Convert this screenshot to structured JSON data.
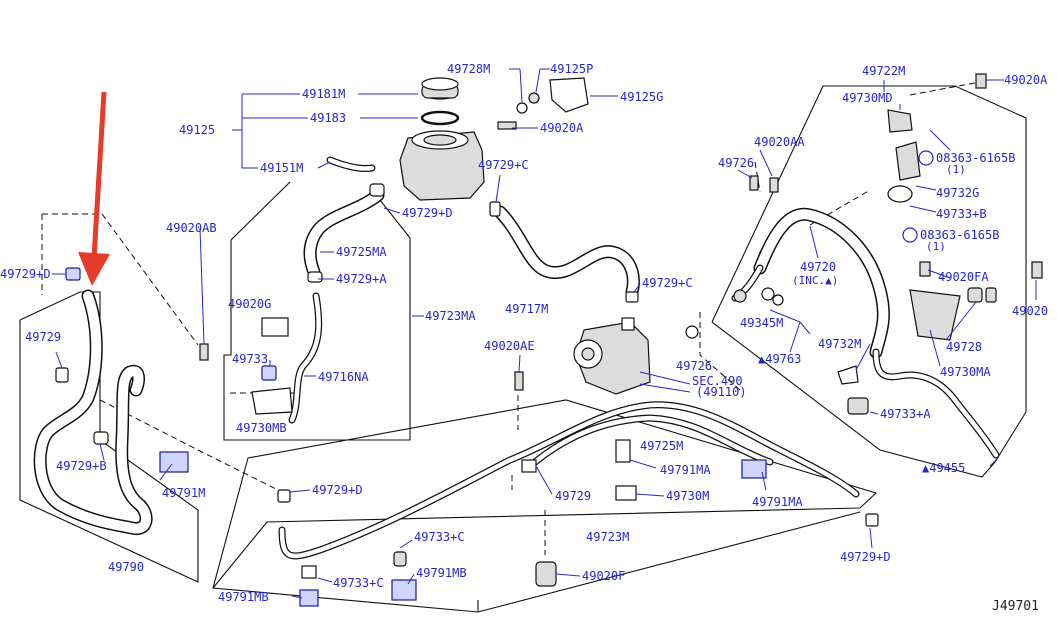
{
  "labels": {
    "l49728m": "49728M",
    "l49125p": "49125P",
    "l49125g": "49125G",
    "l49020a": "49020A",
    "l49181m": "49181M",
    "l49183": "49183",
    "l49125": "49125",
    "l49151m": "49151M",
    "l49729c_a": "49729+C",
    "l49729d_a": "49729+D",
    "l49725ma": "49725MA",
    "l49729a": "49729+A",
    "l49020ab": "49020AB",
    "l49020g": "49020G",
    "l49723ma": "49723MA",
    "l49733": "49733",
    "l49716na": "49716NA",
    "l49730mb": "49730MB",
    "l49717m": "49717M",
    "l49729c_b": "49729+C",
    "l49020ae": "49020AE",
    "l49726_a": "49726",
    "lsec490": "SEC.490",
    "lsec490b": "(49110)",
    "l49725m": "49725M",
    "l49791ma_a": "49791MA",
    "l49791ma_b": "49791MA",
    "l49729_c": "49729",
    "l49730m": "49730M",
    "l49723m": "49723M",
    "l49020f": "49020F",
    "l49733c_a": "49733+C",
    "l49733c_b": "49733+C",
    "l49791mb_a": "49791MB",
    "l49791mb_b": "49791MB",
    "l49729d_b": "49729+D",
    "l49729d_c": "49729+D",
    "l49729d_d": "49729+D",
    "l49729_a": "49729",
    "l49729b": "49729+B",
    "l49791m": "49791M",
    "l49790": "49790",
    "l49722m": "49722M",
    "l49020a_b": "49020A",
    "l49730md": "49730MD",
    "l49020aa": "49020AA",
    "l49726_b": "49726",
    "l08363_a": "08363-6165B",
    "l08363_a1": "(1)",
    "l49732g": "49732G",
    "l49733b": "49733+B",
    "l08363_b": "08363-6165B",
    "l08363_b1": "(1)",
    "l49720": "49720",
    "l49720inc": "(INC.▲)",
    "l49020fa": "49020FA",
    "l49020_r": "49020",
    "l49345m": "49345M",
    "l49763": "▲49763",
    "l49732m": "49732M",
    "l49728": "49728",
    "l49730ma": "49730MA",
    "l49733a": "49733+A",
    "l49455": "▲49455",
    "ref": "J49701"
  },
  "colors": {
    "label_blue": "#2727c9",
    "line_black": "#111111",
    "arrow_red": "#e53b2a"
  }
}
